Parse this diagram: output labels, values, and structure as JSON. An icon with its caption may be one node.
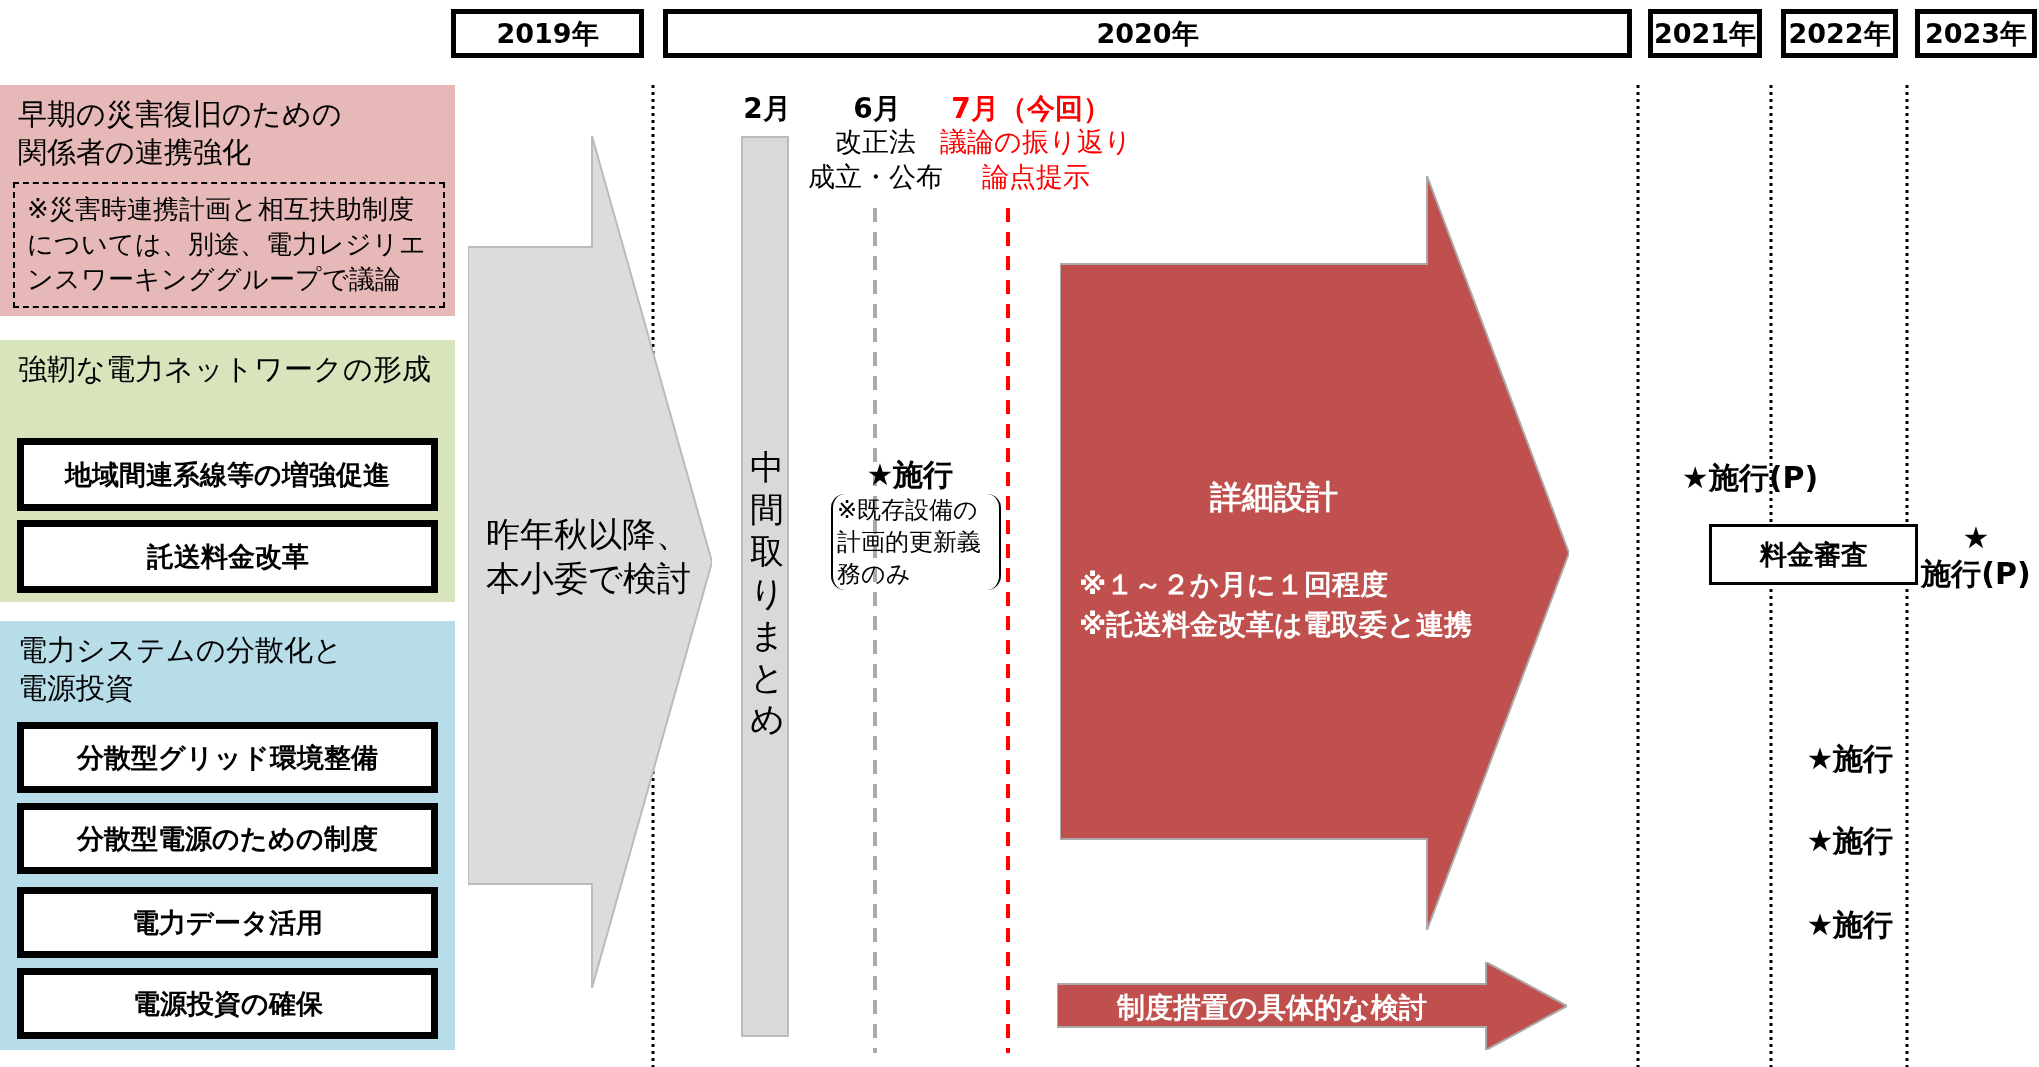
{
  "diagram": {
    "nodes": [
      {
        "text": [
          "2019年"
        ]
      },
      {
        "text": [
          "2020年"
        ]
      },
      {
        "text": [
          "2021年"
        ]
      },
      {
        "text": [
          "2022年"
        ]
      },
      {
        "text": [
          "2023年"
        ]
      },
      {
        "text": [
          "早期の災害復旧のための関係者の連携強化"
        ]
      },
      {
        "text": [
          "※災害時連携計画と相互扶助制度については、別途、電力レジリエンスワーキンググループで議論"
        ],
        "in": 5
      },
      {
        "text": [
          "強靭な電力ネットワークの形成"
        ]
      },
      {
        "text": [
          "地域間連系線等の増強促進"
        ],
        "in": 7
      },
      {
        "text": [
          "託送料金改革"
        ],
        "in": 7
      },
      {
        "text": [
          "電力システムの分散化と電源投資"
        ]
      },
      {
        "text": [
          "分散型グリッド環境整備"
        ],
        "in": 10
      },
      {
        "text": [
          "分散型電源のための制度"
        ],
        "in": 10
      },
      {
        "text": [
          "電力データ活用"
        ],
        "in": 10
      },
      {
        "text": [
          "電源投資の確保"
        ],
        "in": 10
      },
      {
        "text": [
          "昨年秋以降、本小委で検討"
        ]
      },
      {
        "text": [
          "中間取りまとめ"
        ]
      },
      {
        "text": [
          "詳細設計",
          "※１～２か月に１回程度",
          "※託送料金改革は電取委と連携"
        ]
      },
      {
        "text": [
          "制度措置の具体的な検討"
        ]
      },
      {
        "text": [
          "料金審査"
        ]
      }
    ],
    "labels": [
      "2月",
      "6月",
      "改正法",
      "成立・公布",
      "7月（今回）",
      "議論の振り返り",
      "論点提示",
      "★施行",
      "※既存設備の計画的更新義務のみ",
      "★施行(P)",
      "★",
      "施行(P)",
      "★施行",
      "★施行",
      "★施行"
    ]
  }
}
